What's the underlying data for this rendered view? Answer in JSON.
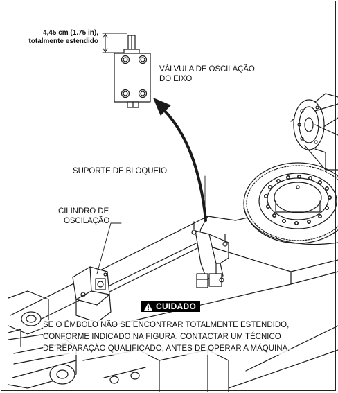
{
  "dimension": {
    "line1": "4,45 cm (1.75 in),",
    "line2": "totalmente estendido"
  },
  "labels": {
    "valve_line1": "VÁLVULA DE OSCILAÇÃO",
    "valve_line2": "DO EIXO",
    "lock_bracket": "SUPORTE DE BLOQUEIO",
    "cylinder_line1": "CILINDRO DE",
    "cylinder_line2": "OSCILAÇÃO"
  },
  "caution": {
    "badge": "CUIDADO",
    "line1": "SE O ÊMBOLO NÃO SE ENCONTRAR TOTALMENTE ESTENDIDO,",
    "line2": "CONFORME INDICADO NA FIGURA, CONTACTAR UM TÉCNICO",
    "line3": "DE REPARAÇÃO QUALIFICADO, ANTES DE OPERAR A MÁQUINA."
  },
  "colors": {
    "line": "#1a1a1a",
    "badge_bg": "#000000",
    "badge_fg": "#ffffff"
  },
  "icons": {
    "caution": "warning-triangle-icon",
    "pointer": "curved-arrow-icon"
  }
}
